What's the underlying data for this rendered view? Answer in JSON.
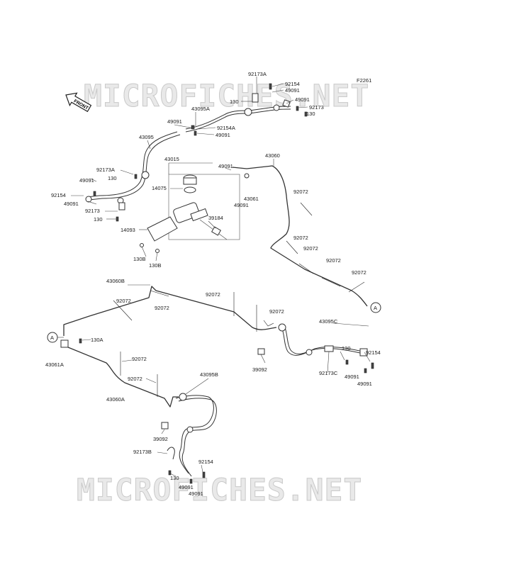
{
  "figure_code": "F2261",
  "front_marker": "FRONT",
  "watermark_text": "MICROFICHES.NET",
  "connector_marker": "A",
  "callouts": [
    {
      "key": "c01",
      "text": "92173A"
    },
    {
      "key": "c02",
      "text": "92154"
    },
    {
      "key": "c03",
      "text": "49091"
    },
    {
      "key": "c04",
      "text": "130"
    },
    {
      "key": "c05",
      "text": "49091"
    },
    {
      "key": "c06",
      "text": "92173"
    },
    {
      "key": "c07",
      "text": "130"
    },
    {
      "key": "c08",
      "text": "43095A"
    },
    {
      "key": "c09",
      "text": "49091"
    },
    {
      "key": "c10",
      "text": "92154A"
    },
    {
      "key": "c11",
      "text": "49091"
    },
    {
      "key": "c12",
      "text": "43095"
    },
    {
      "key": "c13",
      "text": "43015"
    },
    {
      "key": "c14",
      "text": "43060"
    },
    {
      "key": "c15",
      "text": "49091"
    },
    {
      "key": "c16",
      "text": "92173A"
    },
    {
      "key": "c17",
      "text": "130"
    },
    {
      "key": "c18",
      "text": "49091"
    },
    {
      "key": "c19",
      "text": "14075"
    },
    {
      "key": "c20",
      "text": "92154"
    },
    {
      "key": "c21",
      "text": "49091"
    },
    {
      "key": "c22",
      "text": "43061"
    },
    {
      "key": "c23",
      "text": "49091"
    },
    {
      "key": "c24",
      "text": "92072"
    },
    {
      "key": "c25",
      "text": "92173"
    },
    {
      "key": "c26",
      "text": "130"
    },
    {
      "key": "c27",
      "text": "39184"
    },
    {
      "key": "c28",
      "text": "14093"
    },
    {
      "key": "c29",
      "text": "92072"
    },
    {
      "key": "c30",
      "text": "92072"
    },
    {
      "key": "c31",
      "text": "130B"
    },
    {
      "key": "c32",
      "text": "130B"
    },
    {
      "key": "c33",
      "text": "92072"
    },
    {
      "key": "c34",
      "text": "92072"
    },
    {
      "key": "c35",
      "text": "43060B"
    },
    {
      "key": "c36",
      "text": "92072"
    },
    {
      "key": "c37",
      "text": "92072"
    },
    {
      "key": "c38",
      "text": "92072"
    },
    {
      "key": "c39",
      "text": "92072"
    },
    {
      "key": "c40",
      "text": "43095C"
    },
    {
      "key": "c41",
      "text": "130A"
    },
    {
      "key": "c42",
      "text": "130"
    },
    {
      "key": "c43",
      "text": "92154"
    },
    {
      "key": "c44",
      "text": "43061A"
    },
    {
      "key": "c45",
      "text": "92072"
    },
    {
      "key": "c46",
      "text": "39092"
    },
    {
      "key": "c47",
      "text": "92173C"
    },
    {
      "key": "c48",
      "text": "49091"
    },
    {
      "key": "c49",
      "text": "49091"
    },
    {
      "key": "c50",
      "text": "43095B"
    },
    {
      "key": "c51",
      "text": "92072"
    },
    {
      "key": "c52",
      "text": "43060A"
    },
    {
      "key": "c53",
      "text": "39092"
    },
    {
      "key": "c54",
      "text": "92173B"
    },
    {
      "key": "c55",
      "text": "92154"
    },
    {
      "key": "c56",
      "text": "130"
    },
    {
      "key": "c57",
      "text": "49091"
    },
    {
      "key": "c58",
      "text": "49091"
    }
  ]
}
